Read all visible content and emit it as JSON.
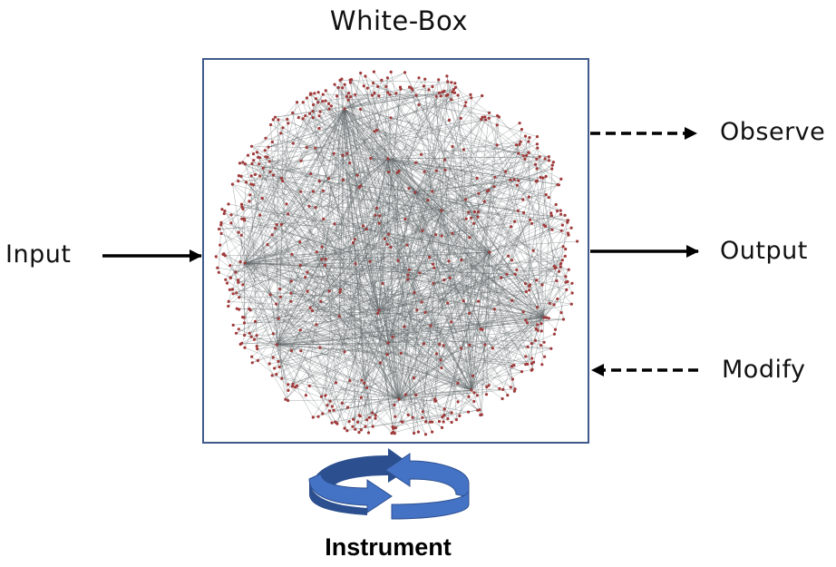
{
  "title": "White-Box",
  "labels": {
    "input": "Input",
    "observe": "Observe",
    "output": "Output",
    "modify": "Modify",
    "instrument": "Instrument"
  },
  "colors": {
    "box_border": "#3f5a8a",
    "node": "#a03a3a",
    "edge": "#5c6466",
    "arrow": "#000000",
    "cycle_arrow_front": "#3f6fc4",
    "cycle_arrow_back": "#2c4f8f"
  }
}
